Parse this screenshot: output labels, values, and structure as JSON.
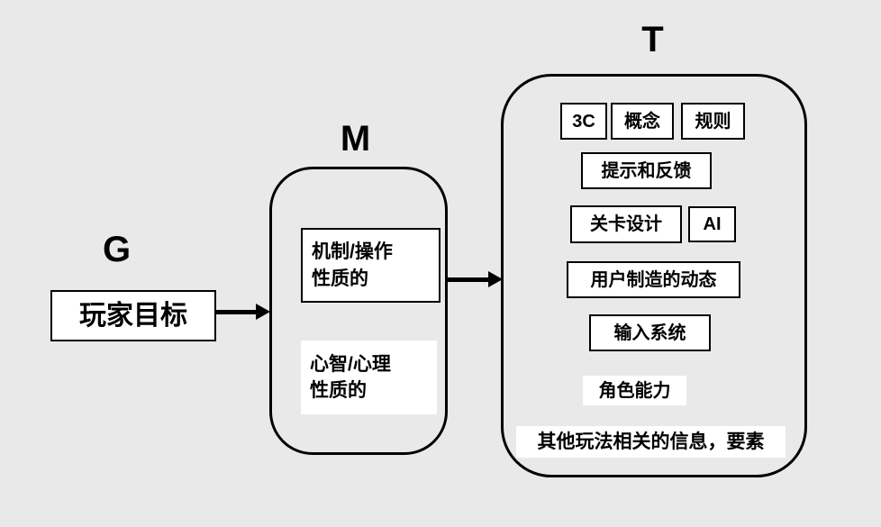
{
  "background": "#e9e9e9",
  "box_color": "#ffffff",
  "line_color": "#000000",
  "nodes": {
    "g": {
      "title": "G",
      "box_label": "玩家目标"
    },
    "m": {
      "title": "M",
      "mechanic_label": "机制/操作\n性质的",
      "mental_label": "心智/心理\n性质的"
    },
    "t": {
      "title": "T",
      "item_3c": "3C",
      "item_concept": "概念",
      "item_rules": "规则",
      "item_hint_feedback": "提示和反馈",
      "item_level_design": "关卡设计",
      "item_ai": "AI",
      "item_user_dynamics": "用户制造的动态",
      "item_input_system": "输入系统",
      "item_character_ability": "角色能力",
      "item_other": "其他玩法相关的信息，要素"
    }
  }
}
